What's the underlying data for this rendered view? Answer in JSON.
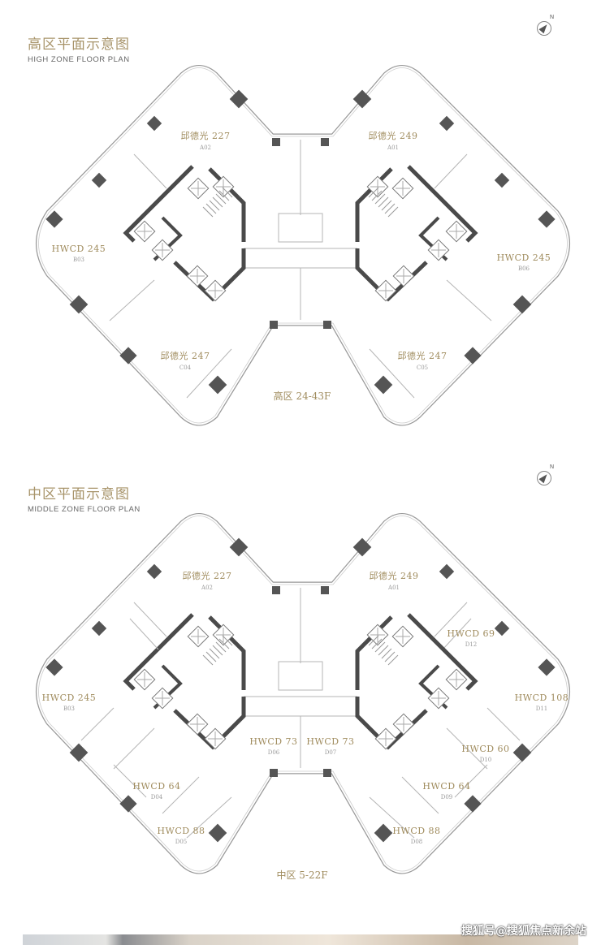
{
  "high": {
    "title_cn": "高区平面示意图",
    "title_en": "HIGH ZONE FLOOR PLAN",
    "compass": "N",
    "zone_label": "高区 24-43F",
    "units": [
      {
        "name": "邱德光 227",
        "code": "A02"
      },
      {
        "name": "邱德光 249",
        "code": "A01"
      },
      {
        "name": "HWCD 245",
        "code": "B03"
      },
      {
        "name": "HWCD 245",
        "code": "B06"
      },
      {
        "name": "邱德光 247",
        "code": "C04"
      },
      {
        "name": "邱德光 247",
        "code": "C05"
      }
    ]
  },
  "middle": {
    "title_cn": "中区平面示意图",
    "title_en": "MIDDLE ZONE FLOOR PLAN",
    "compass": "N",
    "zone_label": "中区 5-22F",
    "units": [
      {
        "name": "邱德光 227",
        "code": "A02"
      },
      {
        "name": "邱德光 249",
        "code": "A01"
      },
      {
        "name": "HWCD 69",
        "code": "D12"
      },
      {
        "name": "HWCD 245",
        "code": "B03"
      },
      {
        "name": "HWCD 108",
        "code": "D11"
      },
      {
        "name": "HWCD 73",
        "code": "D06"
      },
      {
        "name": "HWCD 73",
        "code": "D07"
      },
      {
        "name": "HWCD 60",
        "code": "D10"
      },
      {
        "name": "HWCD 64",
        "code": "D04"
      },
      {
        "name": "HWCD 64",
        "code": "D09"
      },
      {
        "name": "HWCD 88",
        "code": "D05"
      },
      {
        "name": "HWCD 88",
        "code": "D08"
      }
    ]
  },
  "watermark": "搜狐号@搜狐焦点新余站",
  "colors": {
    "accent": "#a8946a",
    "wall": "#4a4a4a",
    "line": "#b5b5b5"
  }
}
